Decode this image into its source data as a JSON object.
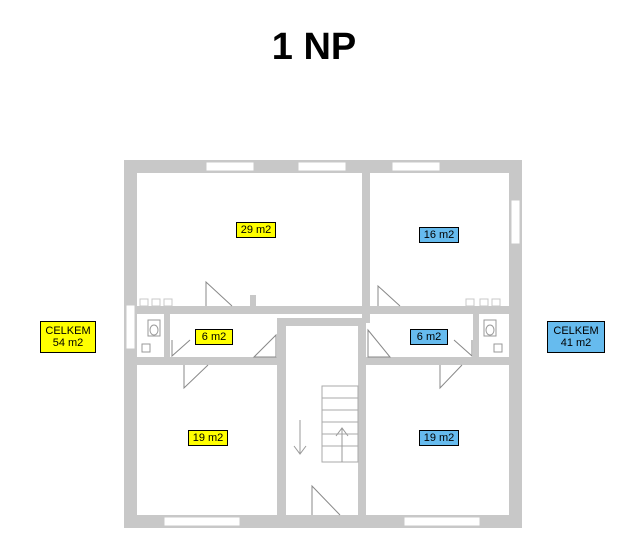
{
  "title": "1 NP",
  "colors": {
    "wall": "#c8c8c8",
    "unit_left": "#ffff00",
    "unit_right": "#66bbee"
  },
  "rooms": [
    {
      "id": "left-top",
      "area": "29 m2",
      "unit": "left"
    },
    {
      "id": "left-hall",
      "area": "6 m2",
      "unit": "left"
    },
    {
      "id": "left-bottom",
      "area": "19 m2",
      "unit": "left"
    },
    {
      "id": "right-top",
      "area": "16 m2",
      "unit": "right"
    },
    {
      "id": "right-hall",
      "area": "6 m2",
      "unit": "right"
    },
    {
      "id": "right-bottom",
      "area": "19 m2",
      "unit": "right"
    }
  ],
  "totals": {
    "left": {
      "label": "CELKEM",
      "area": "54 m2"
    },
    "right": {
      "label": "CELKEM",
      "area": "41 m2"
    }
  }
}
